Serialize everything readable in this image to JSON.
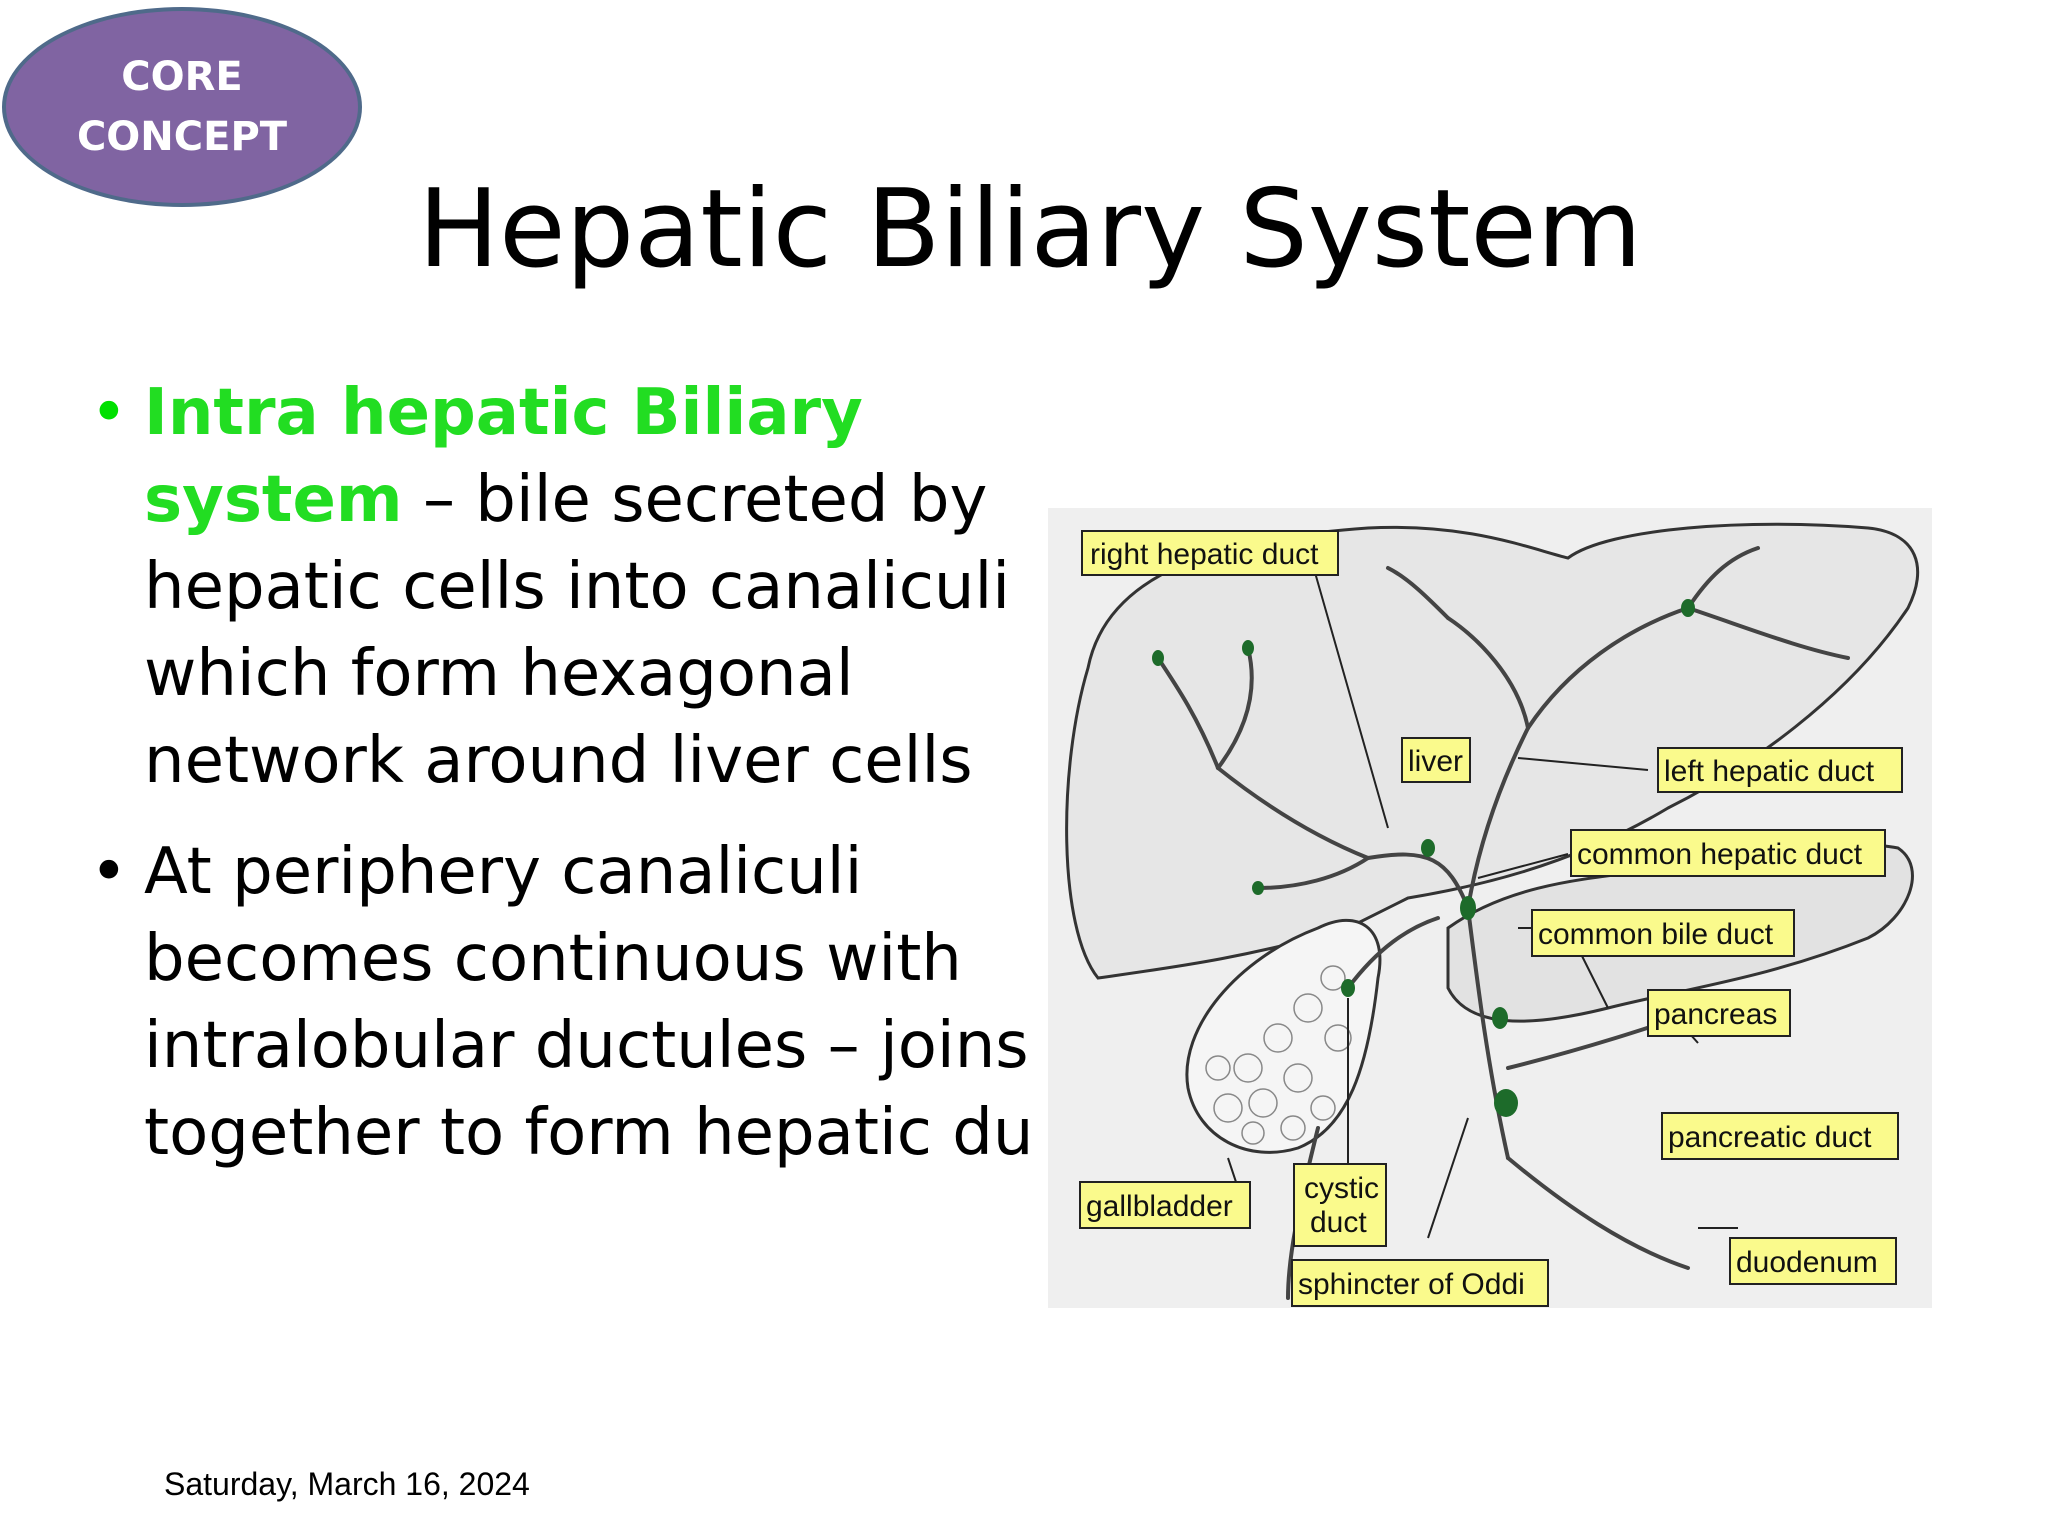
{
  "badge": {
    "line1": "CORE",
    "line2": "CONCEPT"
  },
  "title": "Hepatic Biliary System",
  "bullets": [
    {
      "highlight": "Intra hepatic Biliary system",
      "text": " – bile secreted by hepatic cells into canaliculi which form hexagonal network around liver cells"
    },
    {
      "text": "At periphery canaliculi becomes continuous with intralobular ductules – joins together to form hepatic du"
    }
  ],
  "figure": {
    "labels": {
      "right_hepatic_duct": "right hepatic duct",
      "liver": "liver",
      "left_hepatic_duct": "left hepatic duct",
      "common_hepatic_duct": "common hepatic duct",
      "common_bile_duct": "common bile duct",
      "pancreas": "pancreas",
      "pancreatic_duct": "pancreatic duct",
      "gallbladder": "gallbladder",
      "cystic": "cystic",
      "duct": "duct",
      "sphincter_of_oddi": "sphincter of Oddi",
      "duodenum": "duodenum"
    }
  },
  "footer": {
    "date": "Saturday, March 16, 2024"
  }
}
